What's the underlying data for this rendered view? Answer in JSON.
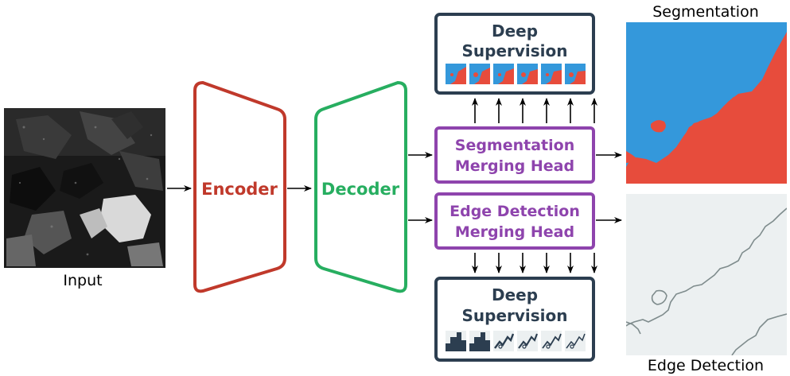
{
  "labels": {
    "input": "Input",
    "encoder": "Encoder",
    "decoder": "Decoder",
    "seg_head_line1": "Segmentation",
    "seg_head_line2": "Merging Head",
    "edge_head_line1": "Edge Detection",
    "edge_head_line2": "Merging Head",
    "deep_sup_top_line1": "Deep",
    "deep_sup_top_line2": "Supervision",
    "deep_sup_bottom_line1": "Deep",
    "deep_sup_bottom_line2": "Supervision",
    "segmentation_output": "Segmentation",
    "edge_output": "Edge Detection"
  },
  "colors": {
    "encoder": "#c0392b",
    "decoder": "#27ae60",
    "merging_head": "#8e44ad",
    "deep_supervision": "#2c3e50",
    "segmentation_blue": "#3498db",
    "segmentation_red": "#e74c3c",
    "edge_background": "#ecf0f1",
    "edge_line": "#7f8c8d",
    "arrow": "#000000"
  },
  "deep_supervision_thumbnail_count": 6
}
